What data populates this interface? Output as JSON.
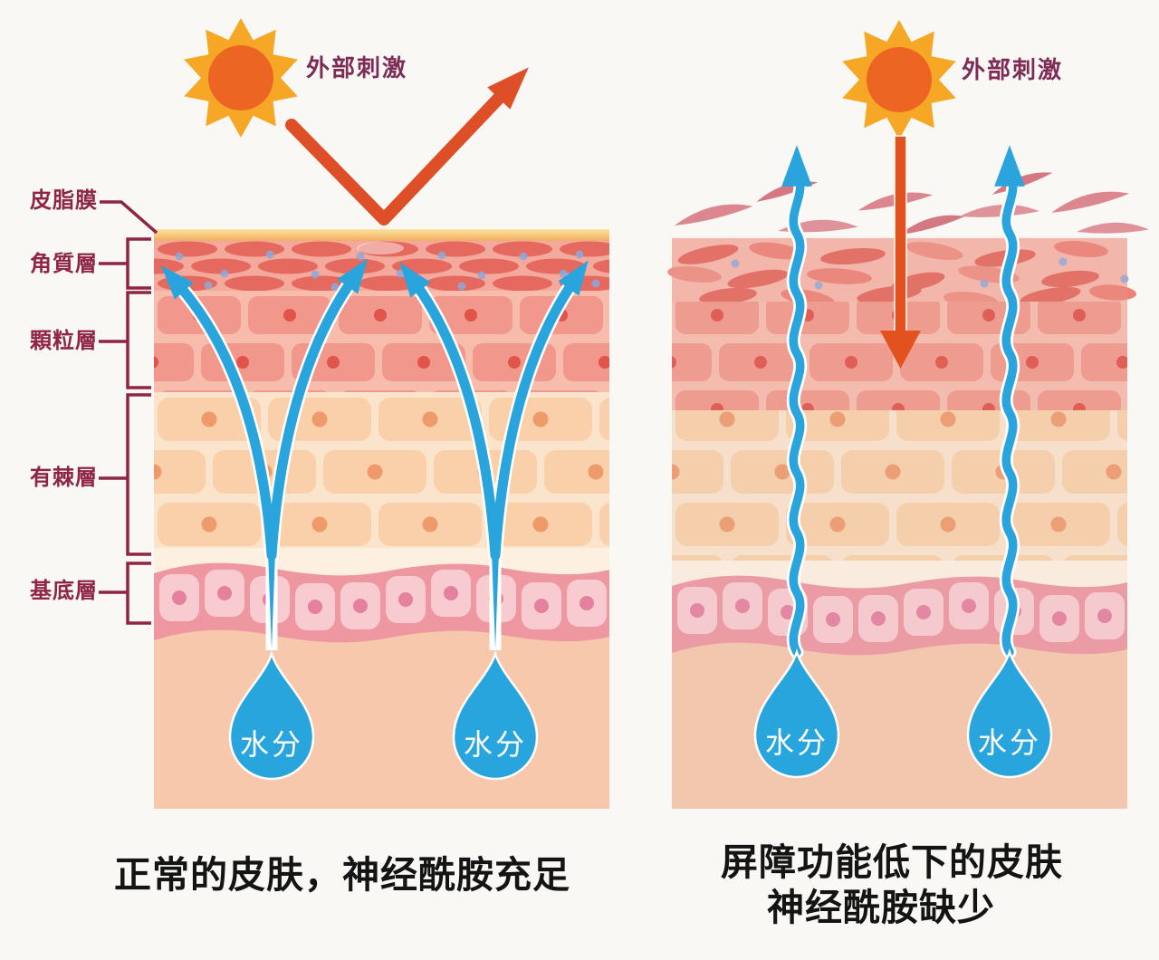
{
  "diagram_title": "",
  "layer_labels": [
    {
      "text": "皮脂膜"
    },
    {
      "text": "角質層"
    },
    {
      "text": "顆粒層"
    },
    {
      "text": "有棘層"
    },
    {
      "text": "基底層"
    }
  ],
  "left_panel": {
    "stimulus_label": "外部刺激",
    "caption": "正常的皮肤，神经酰胺充足",
    "droplet1_label": "水分",
    "droplet2_label": "水分"
  },
  "right_panel": {
    "stimulus_label": "外部刺激",
    "caption_line1": "屏障功能低下的皮肤",
    "caption_line2": "神经酰胺缺少",
    "droplet1_label": "水分",
    "droplet2_label": "水分"
  },
  "icons": [
    "sun-icon",
    "reflected-stimulus-arrow-icon",
    "penetration-arrow-icon",
    "water-rise-arrow-icon",
    "water-escape-arrow-icon",
    "water-droplet-icon",
    "skin-flake-icon",
    "layer-bracket-icon"
  ],
  "colors": {
    "background": "#faf8f5",
    "label_maroon": "#8e2547",
    "stimulus_label_color": "#7d2c55",
    "caption_black": "#141414",
    "sun_ray": "#f6a726",
    "sun_core": "#ec6522",
    "stimulus_arrow_red": "#de4f28",
    "water_blue": "#2aa4dc",
    "sebum_yellow": "#f2ad62",
    "corneum_bg": "#f3aa9d",
    "corneum_cell": "#e5695e",
    "granular_bg": "#f8bcac",
    "granular_cell": "#f1978b",
    "granular_nucleus": "#e0544a",
    "spinous_bg": "#fbe4cc",
    "spinous_cell": "#f9d0a9",
    "spinous_nucleus": "#ef9a6b",
    "basal_band": "#ee97a1",
    "basal_cell": "#f8cbd0",
    "basal_nucleus": "#e5809f",
    "dermis": "#f7c8ab",
    "flake_pink": "#dc8690",
    "nmf_speckle": "#8fa8d8"
  }
}
